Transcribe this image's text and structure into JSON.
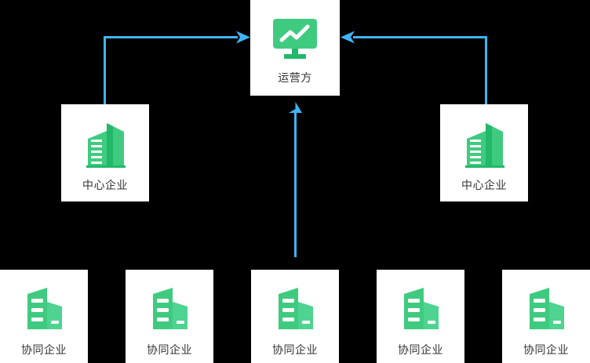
{
  "diagram": {
    "title": "",
    "background_color": "#000000",
    "card_color": "#ffffff",
    "label_color": "#333333",
    "accent_green": "#3fcb7f",
    "accent_green_dark": "#22b86a",
    "arrow_color": "#3fb4f5",
    "nodes": {
      "operator": {
        "label": "运营方",
        "icon": "monitor-chart-icon"
      },
      "core_enterprises": [
        {
          "label": "中心企业",
          "icon": "office-buildings-icon"
        },
        {
          "label": "中心企业",
          "icon": "office-buildings-icon"
        }
      ],
      "collaborative_enterprises": [
        {
          "label": "协同企业",
          "icon": "factory-building-icon"
        },
        {
          "label": "协同企业",
          "icon": "factory-building-icon"
        },
        {
          "label": "协同企业",
          "icon": "factory-building-icon"
        },
        {
          "label": "协同企业",
          "icon": "factory-building-icon"
        },
        {
          "label": "协同企业",
          "icon": "factory-building-icon"
        }
      ]
    },
    "connectors": [
      {
        "name": "core-left-to-operator",
        "direction": "right"
      },
      {
        "name": "core-right-to-operator",
        "direction": "left"
      },
      {
        "name": "collab-center-to-operator",
        "direction": "up"
      }
    ]
  }
}
